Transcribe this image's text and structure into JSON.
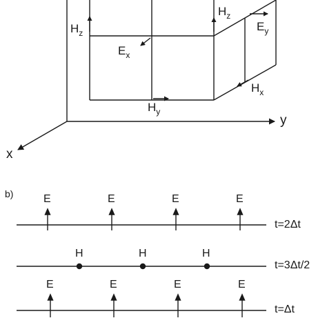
{
  "colors": {
    "ink": "#1a1a1a",
    "background": "#ffffff"
  },
  "yee_cell": {
    "axes": {
      "x": "x",
      "y": "y"
    },
    "components": [
      {
        "name": "Hz_left",
        "main": "H",
        "sub": "z"
      },
      {
        "name": "Ex",
        "main": "E",
        "sub": "x"
      },
      {
        "name": "Hz_right",
        "main": "H",
        "sub": "z"
      },
      {
        "name": "Ey",
        "main": "E",
        "sub": "y"
      },
      {
        "name": "Hy",
        "main": "H",
        "sub": "y"
      },
      {
        "name": "Hx",
        "main": "H",
        "sub": "x"
      }
    ]
  },
  "panel_b": {
    "label": "b)",
    "rows": [
      {
        "time": "t=2Δt",
        "field": "E",
        "count": 4
      },
      {
        "time": "t=3Δt/2",
        "field": "H",
        "count": 3
      },
      {
        "time": "t=Δt",
        "field": "E",
        "count": 4
      }
    ]
  }
}
